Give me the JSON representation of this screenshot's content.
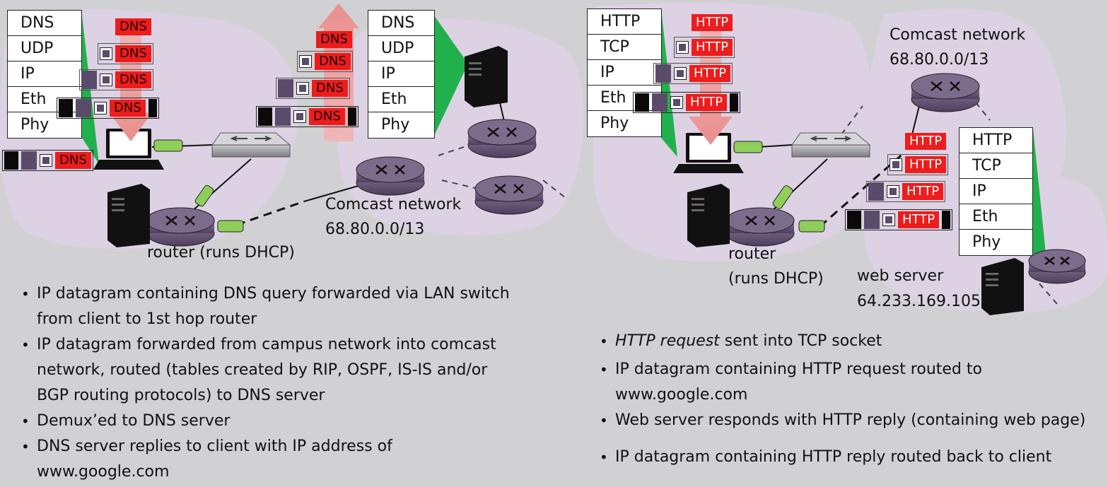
{
  "left": {
    "client_stack": [
      "DNS",
      "UDP",
      "IP",
      "Eth",
      "Phy"
    ],
    "dns_server_stack": [
      "DNS",
      "UDP",
      "IP",
      "Eth",
      "Phy"
    ],
    "packet_label": "DNS",
    "router_label": "router (runs DHCP)",
    "comcast_name": "Comcast network",
    "comcast_prefix": "68.80.0.0/13",
    "bullets": [
      {
        "text": "IP datagram containing DNS query forwarded via LAN switch",
        "cont": "from client to 1st hop router"
      },
      {
        "text": "IP datagram forwarded from campus network into comcast",
        "cont": "network, routed (tables created by RIP, OSPF, IS-IS and/or",
        "cont2": "BGP routing protocols) to DNS server"
      },
      {
        "text": "Demux’ed to DNS server"
      },
      {
        "text": "DNS server replies to client with IP address of",
        "cont": "www.google.com"
      }
    ]
  },
  "right": {
    "client_stack": [
      "HTTP",
      "TCP",
      "IP",
      "Eth",
      "Phy"
    ],
    "server_stack": [
      "HTTP",
      "TCP",
      "IP",
      "Eth",
      "Phy"
    ],
    "packet_label": "HTTP",
    "comcast_name": "Comcast network",
    "comcast_prefix": "68.80.0.0/13",
    "router_line1": "router",
    "router_line2": "(runs DHCP)",
    "web_server_line1": "web server",
    "web_server_line2": "64.233.169.105",
    "bullet1_italic": "HTTP request",
    "bullet1_rest": " sent into TCP socket",
    "bullet2": "IP datagram containing HTTP request routed to",
    "bullet2_cont": "www.google.com",
    "bullet3": "Web server responds with HTTP reply (containing web page)",
    "bullet4": "IP datagram containing HTTP reply routed back to client"
  },
  "colors": {
    "background": "#d1d1d4",
    "network_cloud": "#ddd2e4",
    "packet_red": "#ee1c1c",
    "stack_fill": "#21b14c",
    "arrow": "#f0a2a2",
    "cable": "#8fce5a"
  }
}
